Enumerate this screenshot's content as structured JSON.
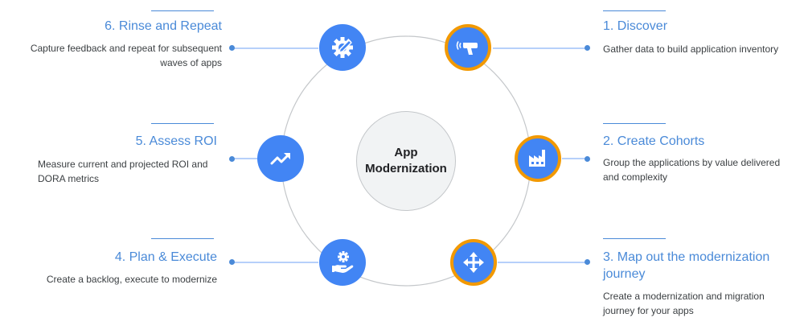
{
  "center": {
    "line1": "App",
    "line2": "Modernization"
  },
  "steps": [
    {
      "title": "1. Discover",
      "desc": "Gather data to build application inventory",
      "icon": "scanner-icon",
      "highlight": true
    },
    {
      "title": "2. Create Cohorts",
      "desc": "Group the applications by value delivered and complexity",
      "icon": "factory-icon",
      "highlight": true
    },
    {
      "title": "3. Map out the modernization journey",
      "desc": "Create a modernization and migration journey for your apps",
      "icon": "move-arrows-icon",
      "highlight": true
    },
    {
      "title": "4. Plan & Execute",
      "desc": "Create a backlog, execute to modernize",
      "icon": "hand-gear-icon",
      "highlight": false
    },
    {
      "title": "5. Assess ROI",
      "desc": "Measure current and projected ROI and DORA metrics",
      "icon": "trending-up-icon",
      "highlight": false
    },
    {
      "title": "6. Rinse and Repeat",
      "desc": "Capture feedback and repeat for subsequent waves of apps",
      "icon": "gear-pencil-icon",
      "highlight": false
    }
  ],
  "colors": {
    "node_fill": "#4285f4",
    "highlight_ring": "#f29900",
    "text_accent": "#4a8ad8",
    "ring_line": "#c4c7ca",
    "center_fill": "#f1f3f4"
  }
}
